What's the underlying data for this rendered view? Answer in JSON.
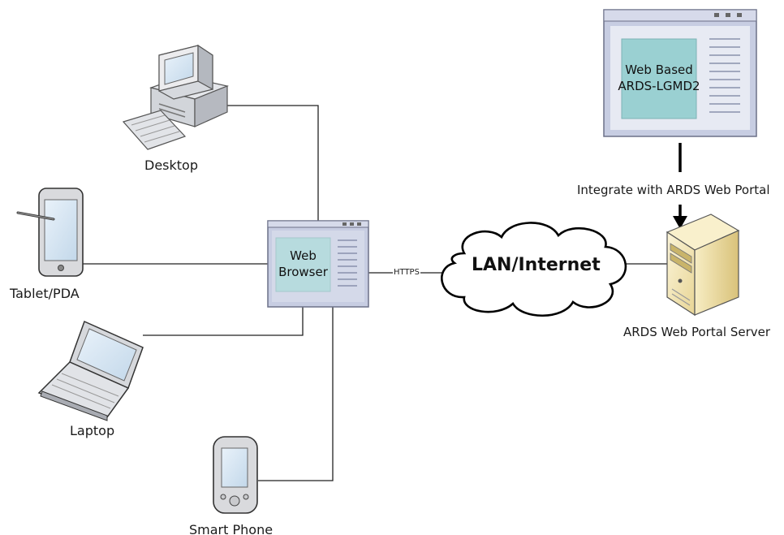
{
  "devices": {
    "desktop": "Desktop",
    "tablet": "Tablet/PDA",
    "laptop": "Laptop",
    "smartphone": "Smart Phone"
  },
  "browser": {
    "line1": "Web",
    "line2": "Browser"
  },
  "connection": {
    "protocol": "HTTPS"
  },
  "network": {
    "label": "LAN/Internet"
  },
  "app_window": {
    "line1": "Web Based",
    "line2": "ARDS-LGMD2"
  },
  "integration": {
    "label": "Integrate with ARDS Web Portal"
  },
  "server": {
    "label": "ARDS Web Portal Server"
  },
  "colors": {
    "window_frame": "#c5cbe0",
    "window_border": "#6c7088",
    "content_teal": "#9ad0d2",
    "line": "#222222",
    "server_body": "#f2e3a6"
  }
}
